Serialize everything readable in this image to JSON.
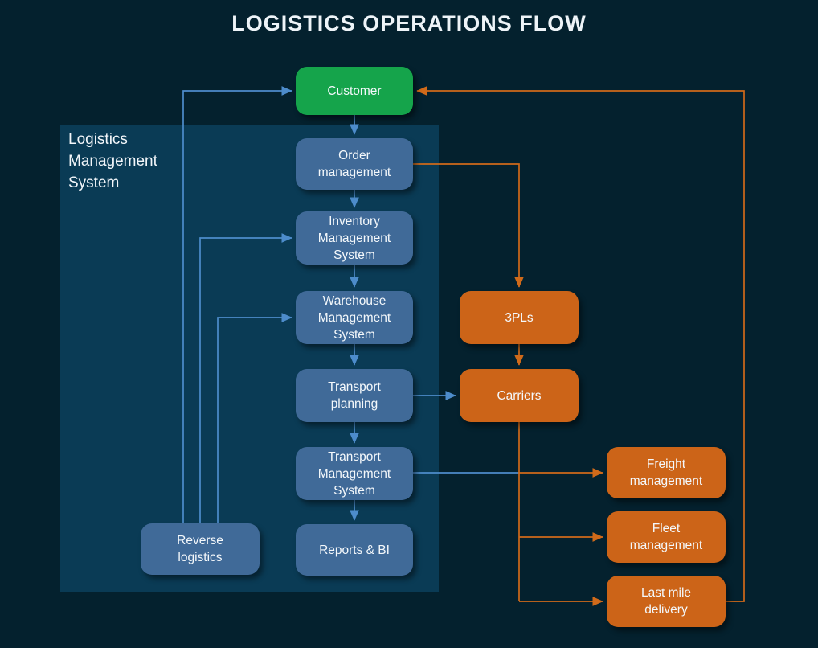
{
  "title": "LOGISTICS OPERATIONS FLOW",
  "panel": {
    "label": "Logistics\nManagement\nSystem"
  },
  "nodes": {
    "customer": {
      "label": "Customer",
      "color": "#15a44b"
    },
    "order": {
      "label": "Order\nmanagement",
      "color": "#406a98"
    },
    "inventory": {
      "label": "Inventory\nManagement\nSystem",
      "color": "#406a98"
    },
    "warehouse": {
      "label": "Warehouse\nManagement\nSystem",
      "color": "#406a98"
    },
    "transport_planning": {
      "label": "Transport\nplanning",
      "color": "#406a98"
    },
    "tms": {
      "label": "Transport\nManagement\nSystem",
      "color": "#406a98"
    },
    "reports": {
      "label": "Reports & BI",
      "color": "#406a98"
    },
    "reverse": {
      "label": "Reverse\nlogistics",
      "color": "#406a98"
    },
    "threepls": {
      "label": "3PLs",
      "color": "#cc6418"
    },
    "carriers": {
      "label": "Carriers",
      "color": "#cc6418"
    },
    "freight": {
      "label": "Freight\nmanagement",
      "color": "#cc6418"
    },
    "fleet": {
      "label": "Fleet\nmanagement",
      "color": "#cc6418"
    },
    "last_mile": {
      "label": "Last mile\ndelivery",
      "color": "#cc6418"
    }
  },
  "colors": {
    "background": "#04212e",
    "panel": "#0a3b55",
    "blue_node": "#406a98",
    "green_node": "#15a44b",
    "orange_node": "#cc6418",
    "blue_line": "#4d8ccb",
    "orange_line": "#d06a1a",
    "title_text": "#eef4f8"
  },
  "edges": [
    {
      "from": "Customer",
      "to": "Order management",
      "color": "blue"
    },
    {
      "from": "Order management",
      "to": "Inventory Management System",
      "color": "blue"
    },
    {
      "from": "Inventory Management System",
      "to": "Warehouse Management System",
      "color": "blue"
    },
    {
      "from": "Warehouse Management System",
      "to": "Transport planning",
      "color": "blue"
    },
    {
      "from": "Transport planning",
      "to": "Transport Management System",
      "color": "blue"
    },
    {
      "from": "Transport Management System",
      "to": "Reports & BI",
      "color": "blue"
    },
    {
      "from": "Transport planning",
      "to": "Carriers",
      "color": "blue"
    },
    {
      "from": "Reverse logistics",
      "to": "Customer",
      "color": "blue"
    },
    {
      "from": "Reverse logistics",
      "to": "Inventory Management System",
      "color": "blue"
    },
    {
      "from": "Reverse logistics",
      "to": "Warehouse Management System",
      "color": "blue"
    },
    {
      "from": "Transport Management System",
      "to": "Freight management",
      "color": "blue"
    },
    {
      "from": "Order management",
      "to": "3PLs",
      "color": "orange"
    },
    {
      "from": "3PLs",
      "to": "Carriers",
      "color": "orange"
    },
    {
      "from": "Carriers",
      "to": "Freight management",
      "color": "orange"
    },
    {
      "from": "Carriers",
      "to": "Fleet management",
      "color": "orange"
    },
    {
      "from": "Carriers",
      "to": "Last mile delivery",
      "color": "orange"
    },
    {
      "from": "Last mile delivery",
      "to": "Customer",
      "color": "orange"
    }
  ]
}
